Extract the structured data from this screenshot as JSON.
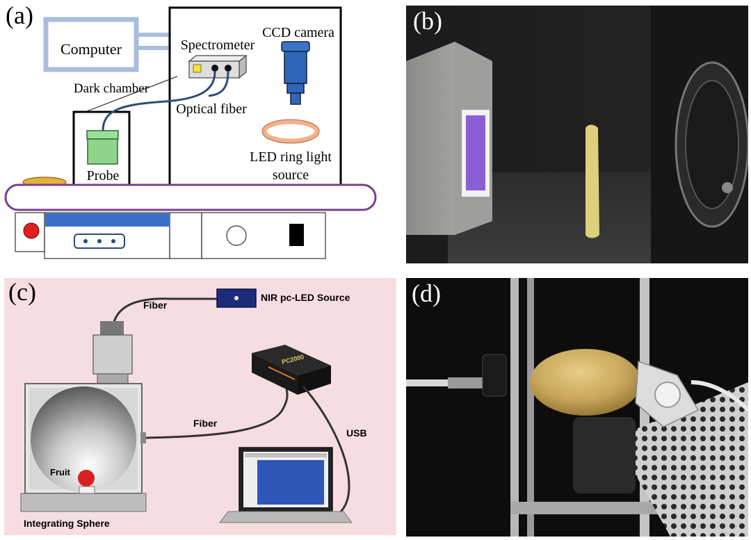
{
  "panels": [
    {
      "id": "a",
      "letter": "(a)"
    },
    {
      "id": "b",
      "letter": "(b)"
    },
    {
      "id": "c",
      "letter": "(c)"
    },
    {
      "id": "d",
      "letter": "(d)"
    }
  ],
  "diagram_a": {
    "computer": "Computer",
    "spectrometer": "Spectrometer",
    "ccd_camera": "CCD camera",
    "dark_chamber": "Dark chamber",
    "optical_fiber": "Optical fiber",
    "led_ring_line1": "LED ring light",
    "led_ring_line2": "source",
    "probe": "Probe"
  },
  "diagram_c": {
    "fiber_top": "Fiber",
    "nir_source": "NIR pc-LED Source",
    "spectrometer_brand": "PC2000",
    "fiber_mid": "Fiber",
    "usb": "USB",
    "fruit": "Fruit",
    "integrating_sphere": "Integrating Sphere"
  },
  "colors": {
    "computer_frame": "#a9bde0",
    "belt": "#7a3f8e",
    "fiber_blue": "#2b4b7a",
    "probe_green": "#8fd48a",
    "camera_blue": "#2f66b8",
    "led_ring": "#f3b18e",
    "sample_gold": "#e3b23c",
    "panel_c_bg": "#f6dde2"
  }
}
